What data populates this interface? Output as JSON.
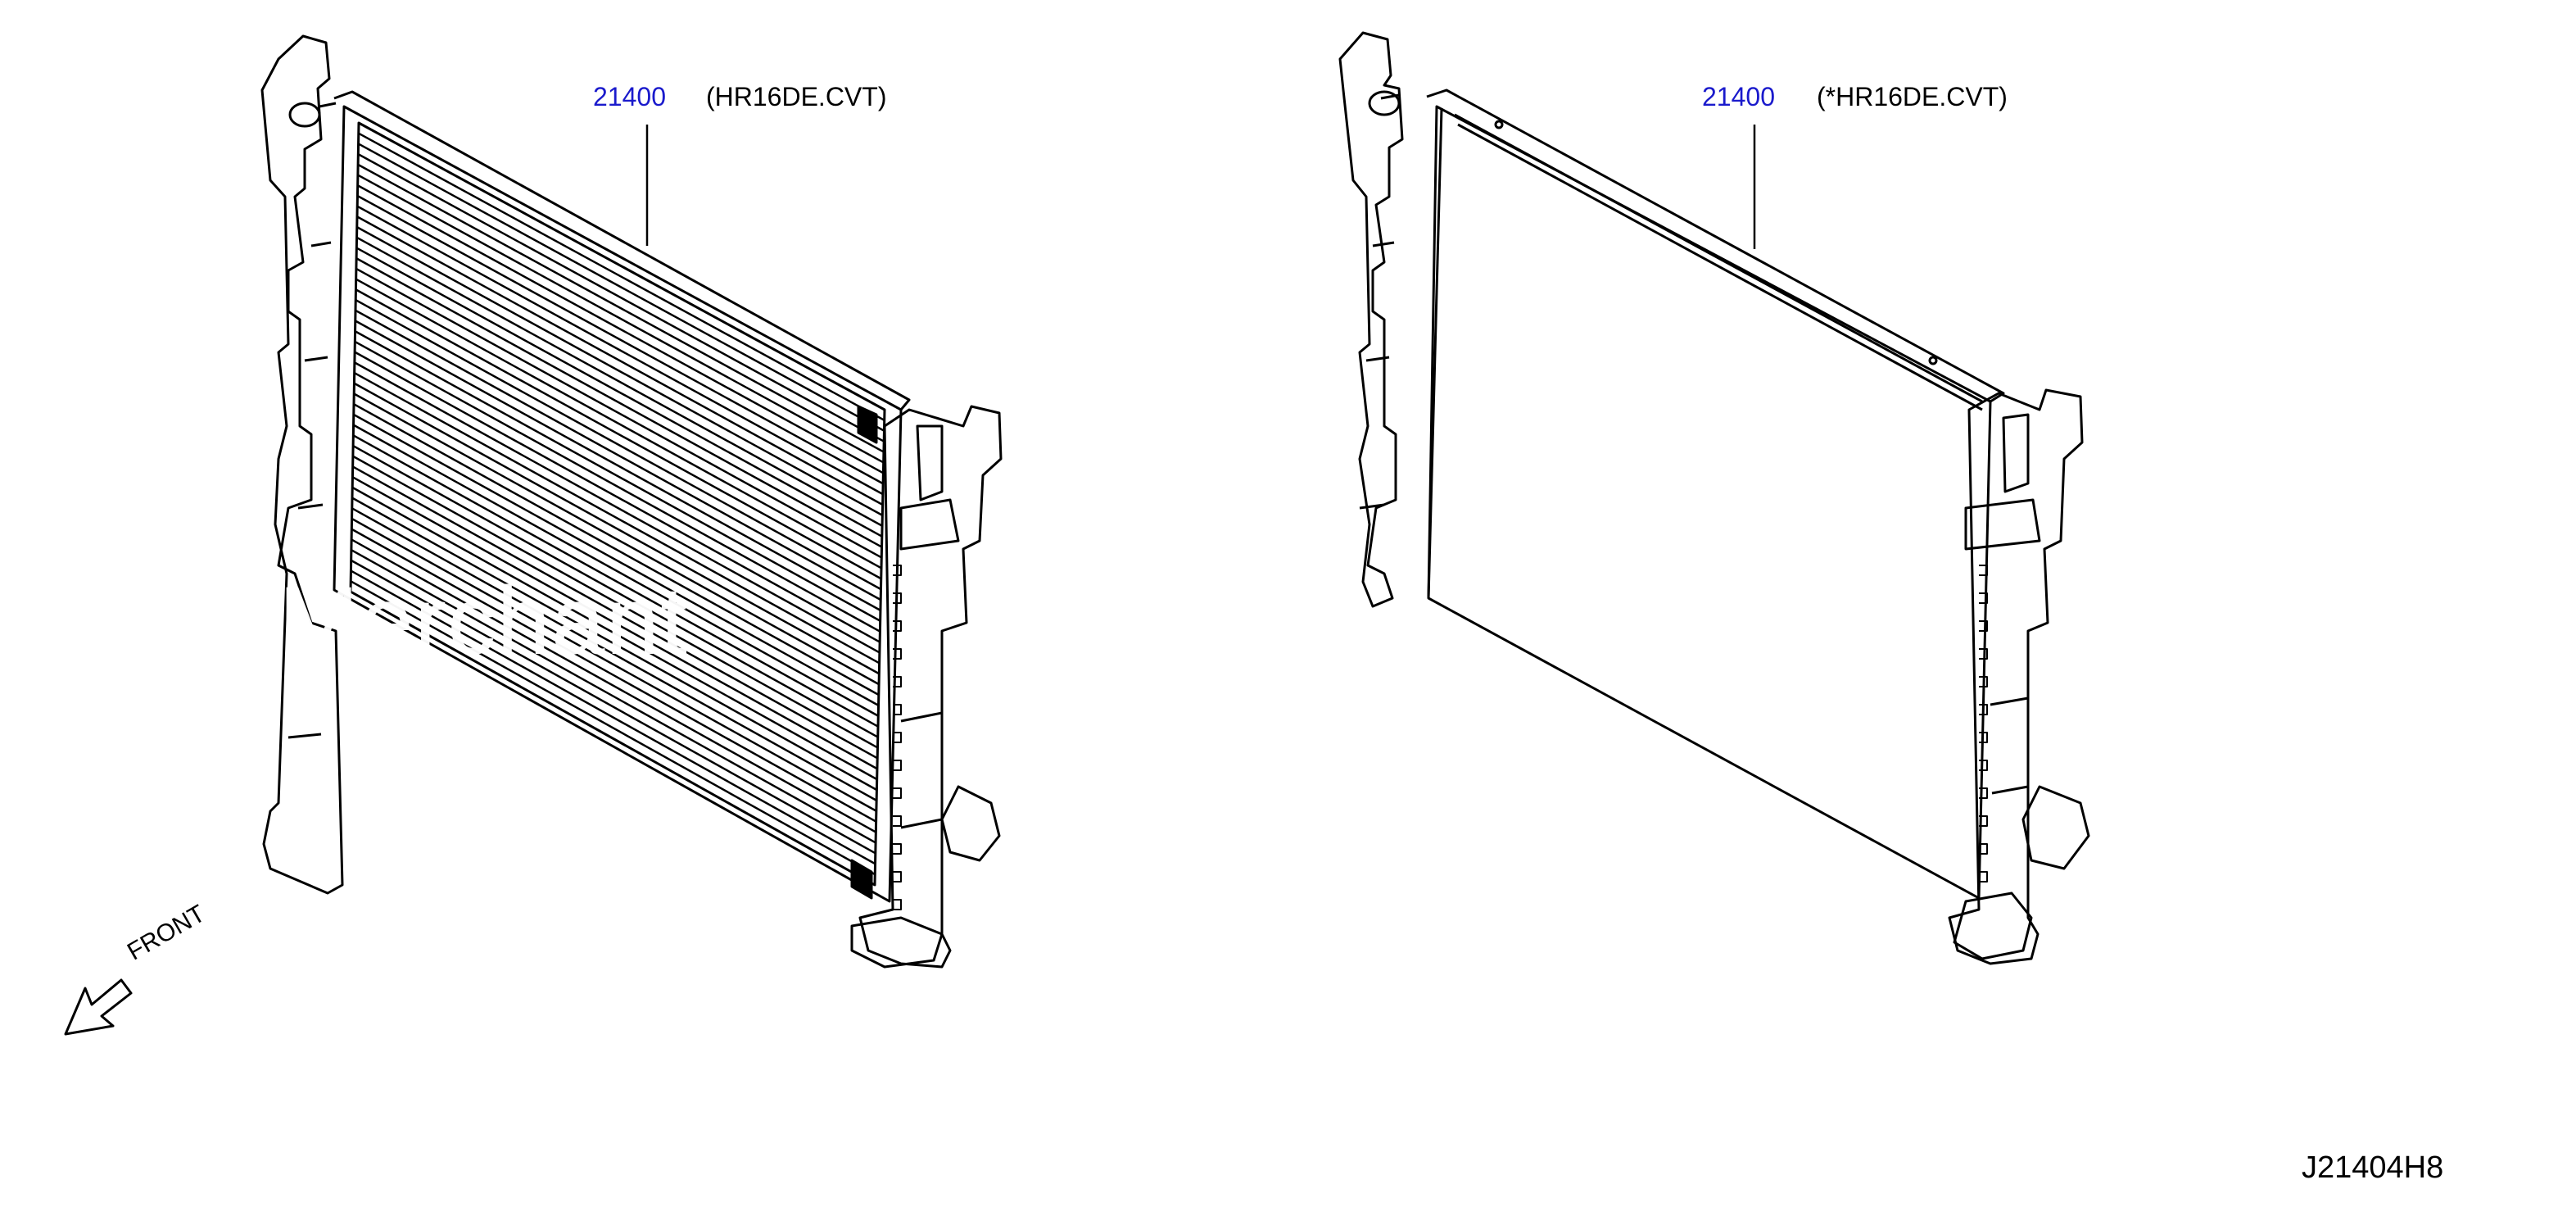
{
  "colors": {
    "line": "#000000",
    "part_number": "#1a1acc",
    "background": "#ffffff"
  },
  "left_assembly": {
    "part_number": "21400",
    "note": "(HR16DE.CVT)"
  },
  "right_assembly": {
    "part_number": "21400",
    "note": "(*HR16DE.CVT)"
  },
  "direction": {
    "label": "FRONT",
    "icon": "front-arrow-icon"
  },
  "diagram_code": "J21404H8",
  "watermark": "Merchant"
}
